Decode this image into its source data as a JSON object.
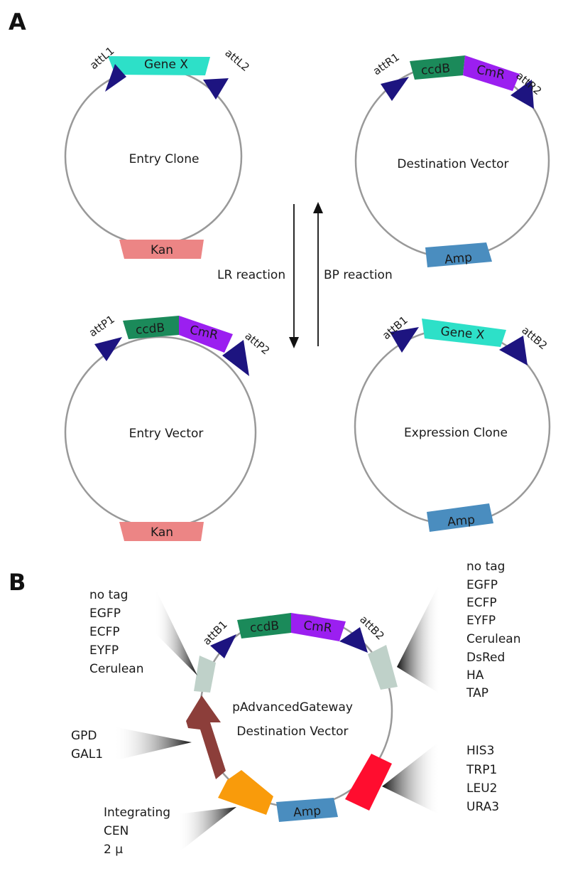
{
  "panels": {
    "a": "A",
    "b": "B"
  },
  "colors": {
    "backbone": "#999999",
    "att_site": "#1d1480",
    "gene_x": "#2de0c8",
    "ccdb": "#1b8a5a",
    "cmr": "#9b1ff0",
    "kan": "#ec8585",
    "amp": "#4a8dbf",
    "tag_block": "#bfd1c9",
    "promoter": "#8c3e3a",
    "origin": "#f99b0b",
    "marker": "#ff0d2f"
  },
  "entry_clone": {
    "name": "Entry Clone",
    "site_left": "attL1",
    "site_right": "attL2",
    "insert": "Gene X",
    "resistance": "Kan"
  },
  "destination_vector": {
    "name": "Destination Vector",
    "site_left": "attR1",
    "site_right": "attR2",
    "ccdb": "ccdB",
    "cmr": "CmR",
    "resistance": "Amp"
  },
  "entry_vector": {
    "name": "Entry Vector",
    "site_left": "attP1",
    "site_right": "attP2",
    "ccdb": "ccdB",
    "cmr": "CmR",
    "resistance": "Kan"
  },
  "expression_clone": {
    "name": "Expression Clone",
    "site_left": "attB1",
    "site_right": "attB2",
    "insert": "Gene X",
    "resistance": "Amp"
  },
  "reactions": {
    "lr": "LR reaction",
    "bp": "BP reaction"
  },
  "advanced_vector": {
    "name_line1": "pAdvancedGateway",
    "name_line2": "Destination Vector",
    "site_left": "attB1",
    "site_right": "attB2",
    "ccdb": "ccdB",
    "cmr": "CmR",
    "resistance": "Amp",
    "n_tags": [
      "no tag",
      "EGFP",
      "ECFP",
      "EYFP",
      "Cerulean"
    ],
    "c_tags": [
      "no tag",
      "EGFP",
      "ECFP",
      "EYFP",
      "Cerulean",
      "DsRed",
      "HA",
      "TAP"
    ],
    "promoters": [
      "GPD",
      "GAL1"
    ],
    "markers": [
      "HIS3",
      "TRP1",
      "LEU2",
      "URA3"
    ],
    "origins": [
      "Integrating",
      "CEN",
      "2 μ"
    ]
  }
}
